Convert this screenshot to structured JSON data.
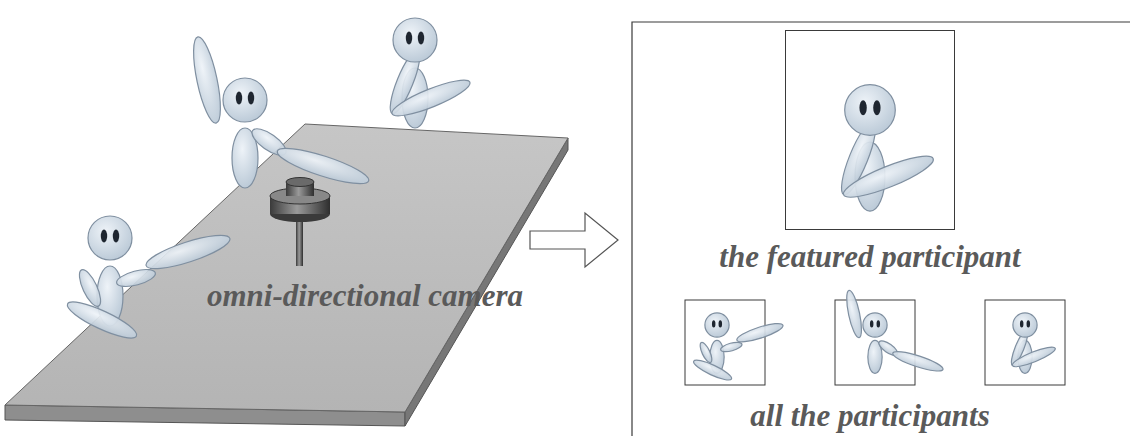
{
  "diagram": {
    "nodes": [
      {
        "text": [
          "the featured participant"
        ]
      }
    ],
    "labels": [
      "omni-directional camera",
      "all the participants"
    ]
  }
}
